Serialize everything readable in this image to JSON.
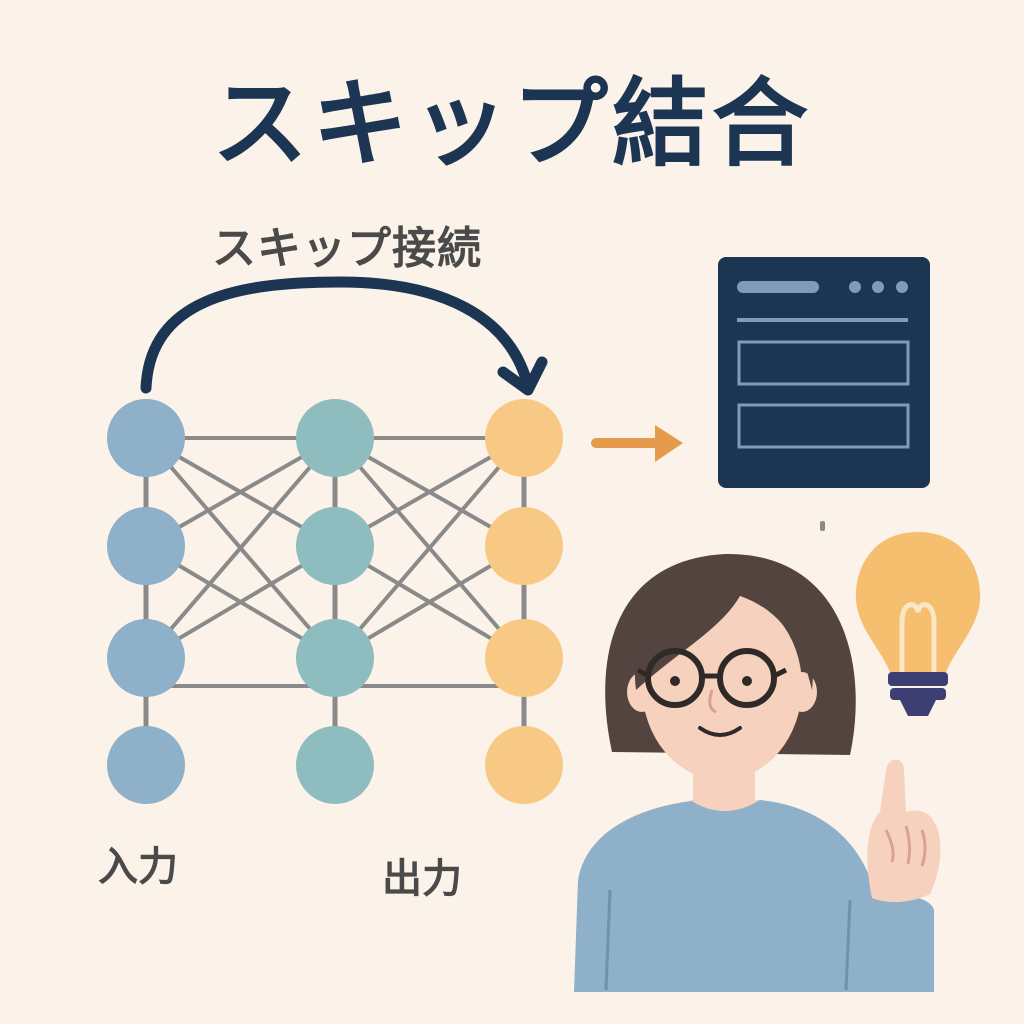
{
  "title": "スキップ結合",
  "skip_connection_label": "スキップ接続",
  "input_label": "入力",
  "output_label": "出力",
  "colors": {
    "background": "#fbf3ea",
    "title": "#1c3553",
    "input_node": "#8eb0c8",
    "hidden_node": "#8fbcbe",
    "output_node": "#f8c985",
    "edge": "#8a8a8a",
    "skip_arrow": "#1c3553",
    "result_arrow": "#e69a4c",
    "panel": "#1c3553",
    "panel_line": "#7f9bb8",
    "sweater": "#8eb0c8",
    "hair": "#54443f",
    "skin": "#f6d2be",
    "bulb": "#f6bf70"
  },
  "icons": [
    "skip-arrow-icon",
    "right-arrow-icon",
    "browser-window-icon",
    "light-bulb-icon",
    "person-illustration"
  ]
}
